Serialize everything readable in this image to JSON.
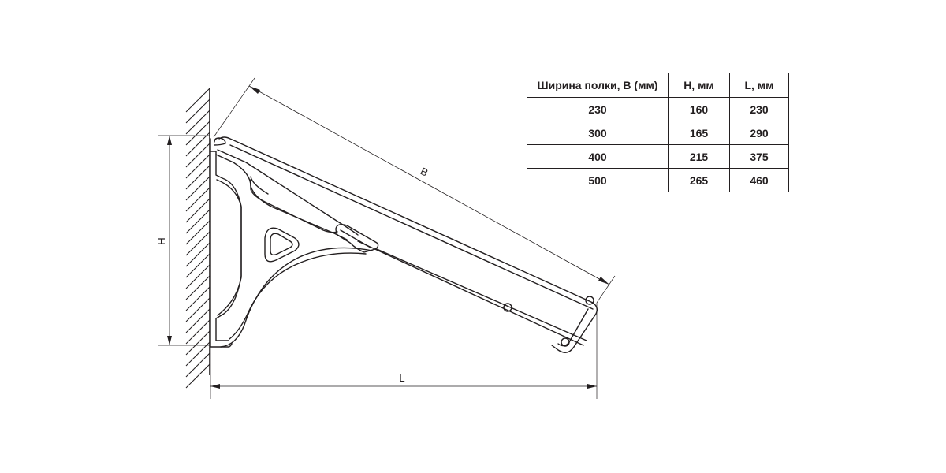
{
  "dimensions": {
    "height_label": "H",
    "length_label": "L",
    "shelf_width_label": "B"
  },
  "table": {
    "headers": [
      "Ширина полки, В (мм)",
      "Н, мм",
      "L, мм"
    ],
    "rows": [
      [
        "230",
        "160",
        "230"
      ],
      [
        "300",
        "165",
        "290"
      ],
      [
        "400",
        "215",
        "375"
      ],
      [
        "500",
        "265",
        "460"
      ]
    ]
  }
}
